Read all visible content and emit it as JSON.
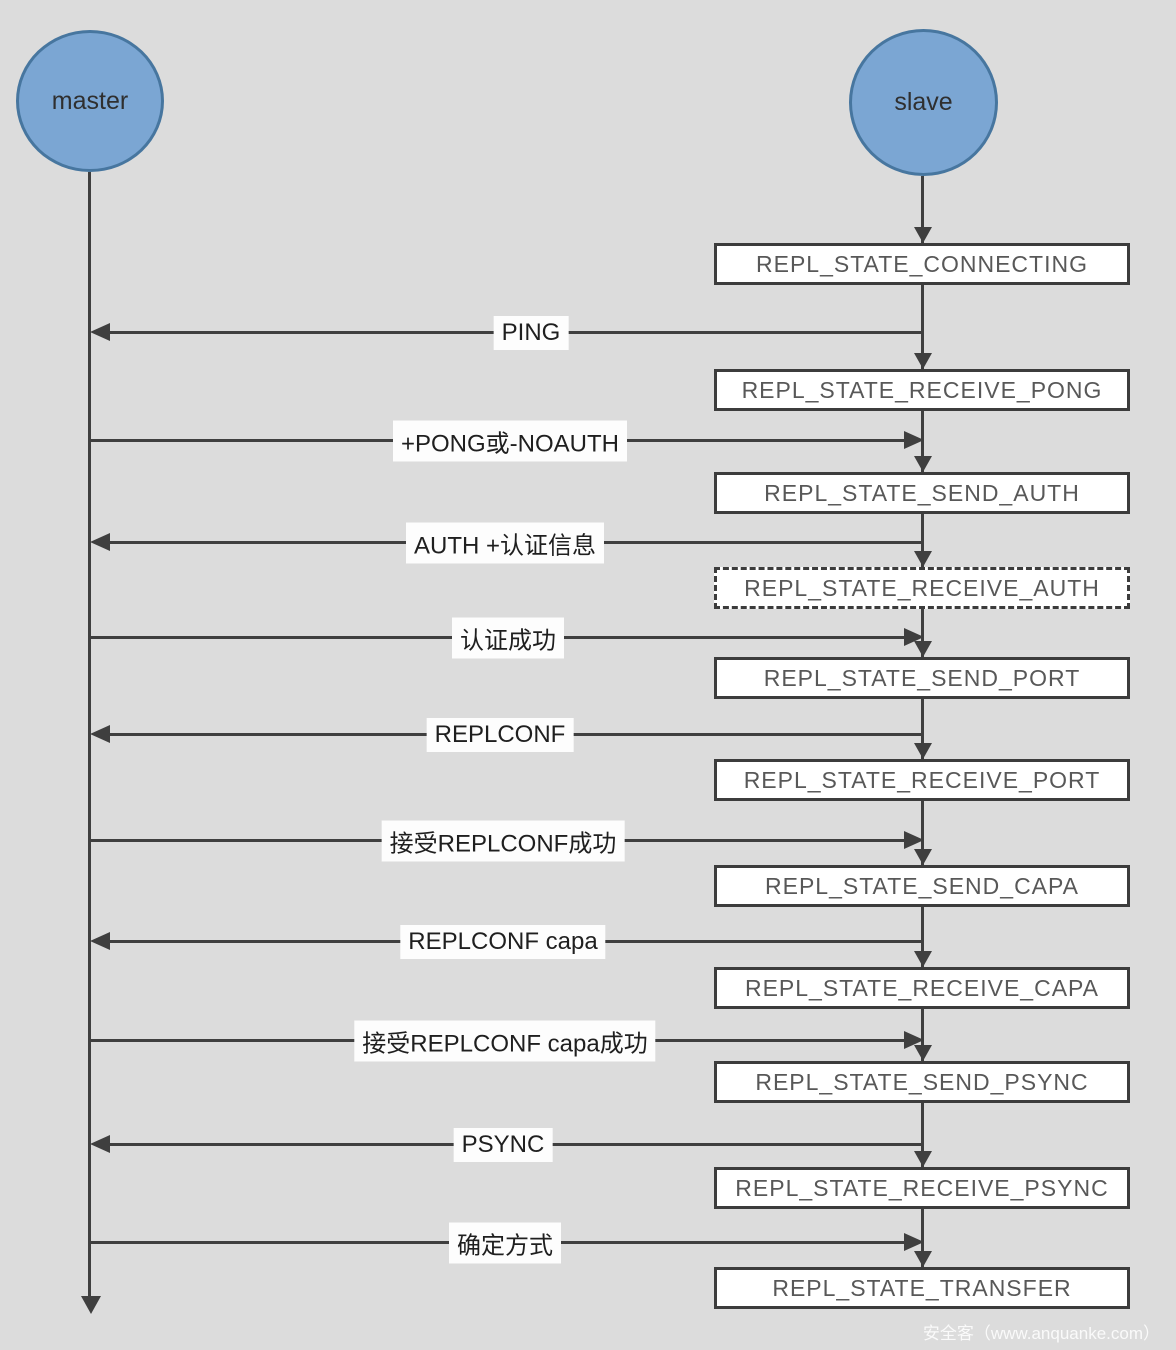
{
  "actors": {
    "master": "master",
    "slave": "slave"
  },
  "states": [
    {
      "label": "REPL_STATE_CONNECTING"
    },
    {
      "label": "REPL_STATE_RECEIVE_PONG"
    },
    {
      "label": "REPL_STATE_SEND_AUTH"
    },
    {
      "label": "REPL_STATE_RECEIVE_AUTH"
    },
    {
      "label": "REPL_STATE_SEND_PORT"
    },
    {
      "label": "REPL_STATE_RECEIVE_PORT"
    },
    {
      "label": "REPL_STATE_SEND_CAPA"
    },
    {
      "label": "REPL_STATE_RECEIVE_CAPA"
    },
    {
      "label": "REPL_STATE_SEND_PSYNC"
    },
    {
      "label": "REPL_STATE_RECEIVE_PSYNC"
    },
    {
      "label": "REPL_STATE_TRANSFER"
    }
  ],
  "messages": [
    {
      "label": "PING",
      "direction": "to-master"
    },
    {
      "label": "+PONG或-NOAUTH",
      "direction": "to-slave"
    },
    {
      "label": "AUTH +认证信息",
      "direction": "to-master"
    },
    {
      "label": "认证成功",
      "direction": "to-slave"
    },
    {
      "label": "REPLCONF",
      "direction": "to-master"
    },
    {
      "label": "接受REPLCONF成功",
      "direction": "to-slave"
    },
    {
      "label": "REPLCONF capa",
      "direction": "to-master"
    },
    {
      "label": "接受REPLCONF capa成功",
      "direction": "to-slave"
    },
    {
      "label": "PSYNC",
      "direction": "to-master"
    },
    {
      "label": "确定方式",
      "direction": "to-slave"
    }
  ],
  "watermark": "安全客（www.anquanke.com）"
}
